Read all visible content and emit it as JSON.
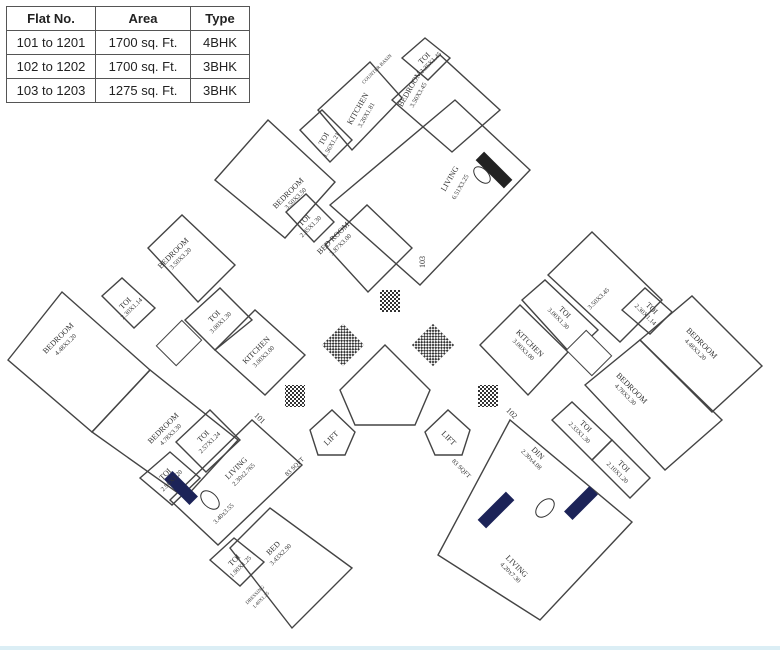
{
  "table": {
    "headers": [
      "Flat No.",
      "Area",
      "Type"
    ],
    "rows": [
      [
        "101 to 1201",
        "1700 sq. Ft.",
        "4BHK"
      ],
      [
        "102 to 1202",
        "1700 sq. Ft.",
        "3BHK"
      ],
      [
        "103 to 1203",
        "1275 sq. Ft.",
        "3BHK"
      ]
    ]
  },
  "colors": {
    "living": "#d9d4f5",
    "bedroom": "#f8e9cc",
    "toilet": "#f6cfd2",
    "kitchen": "#cdf1cd",
    "lift": "#f7f5c0"
  },
  "plan": {
    "counter_basin": "COUNTER BASIN",
    "flat_103": {
      "number": "103",
      "living": {
        "label": "LIVING",
        "dims": "6.51X3.25"
      },
      "kitchen": {
        "label": "KITCHEN",
        "dims": "3.20X1.81"
      },
      "bedroom_a": {
        "label": "BEDROOM",
        "dims": "3.50X3.45"
      },
      "bedroom_b": {
        "label": "BEDROOM",
        "dims": "3.50X3.50"
      },
      "bedroom_c": {
        "label": "BED ROOM",
        "dims": "3.87X3.00"
      },
      "toi_a": {
        "label": "TOI",
        "dims": "2.35X1.45"
      },
      "toi_b": {
        "label": "TOI",
        "dims": "1.56X1.21"
      },
      "toi_c": {
        "label": "TOI",
        "dims": "2.35X1.30"
      }
    },
    "flat_101": {
      "number": "101",
      "living": {
        "label": "LIVING",
        "dims": "2.30x2.765"
      },
      "living_b": {
        "dims": "3.40x3.55"
      },
      "kitchen": {
        "label": "KITCHEN",
        "dims": "3.00X3.00"
      },
      "bedroom_a": {
        "label": "BEDROOM",
        "dims": "3.50X3.20"
      },
      "bedroom_b": {
        "label": "BEDROOM",
        "dims": "4.48X3.20"
      },
      "bedroom_c": {
        "label": "BEDROOM",
        "dims": "4.78X3.30"
      },
      "bed": {
        "label": "BED",
        "dims": "3.43X2.90"
      },
      "toi_a": {
        "label": "TOI",
        "dims": "2.30X1.14"
      },
      "toi_b": {
        "label": "TOI",
        "dims": "3.00X1.30"
      },
      "toi_c": {
        "label": "TOI",
        "dims": "2.57X1.24"
      },
      "toi_d": {
        "label": "TOI",
        "dims": "2.90X1.20"
      },
      "toi_e": {
        "label": "TOI",
        "dims": "1.90X1.25"
      },
      "dressing": {
        "label": "DRESSING",
        "dims": "1.40X1.25"
      },
      "shaft": "83 SQFT"
    },
    "flat_102": {
      "number": "102",
      "living": {
        "label": "LIVING",
        "dims": "4.20x7.30"
      },
      "dining": {
        "label": "DIN",
        "dims": "2.30x4.08"
      },
      "kitchen": {
        "label": "KITCHEN",
        "dims": "3.00X3.00"
      },
      "bedroom_a": {
        "label": "BEDROOM",
        "dims": "3.50X3.45"
      },
      "bedroom_b": {
        "label": "BEDROOM",
        "dims": "4.48X3.20"
      },
      "bedroom_c": {
        "label": "BEDROOM",
        "dims": "4.78X3.30"
      },
      "toi_a": {
        "label": "TOI",
        "dims": "3.00X1.30"
      },
      "toi_b": {
        "label": "TOI",
        "dims": "2.30X1.14"
      },
      "toi_c": {
        "label": "TOI",
        "dims": "2.33X1.30"
      },
      "toi_d": {
        "label": "TOI",
        "dims": "2.10X1.20"
      },
      "shaft": "83 SQFT"
    },
    "core": {
      "lift_left": "LIFT",
      "lift_right": "LIFT"
    }
  }
}
